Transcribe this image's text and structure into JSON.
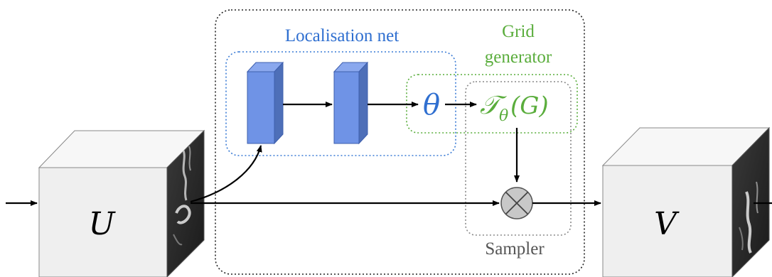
{
  "labels": {
    "localisation_net": "Localisation net",
    "grid_generator_line1": "Grid",
    "grid_generator_line2": "generator",
    "sampler": "Sampler",
    "theta": "θ",
    "transform": "𝒯",
    "transform_sub": "θ",
    "transform_arg": "(G)",
    "input": "U",
    "output": "V"
  },
  "colors": {
    "localisation": "#2f6fd0",
    "grid_generator": "#5aad3c",
    "sampler_text": "#555555",
    "layer_front": "#6f93e6",
    "layer_side": "#4e6fb8",
    "cube_front": "#efefef",
    "sampler_node": "#c8c8c8"
  },
  "icons": {
    "sampler_node": "circle-times-icon"
  }
}
